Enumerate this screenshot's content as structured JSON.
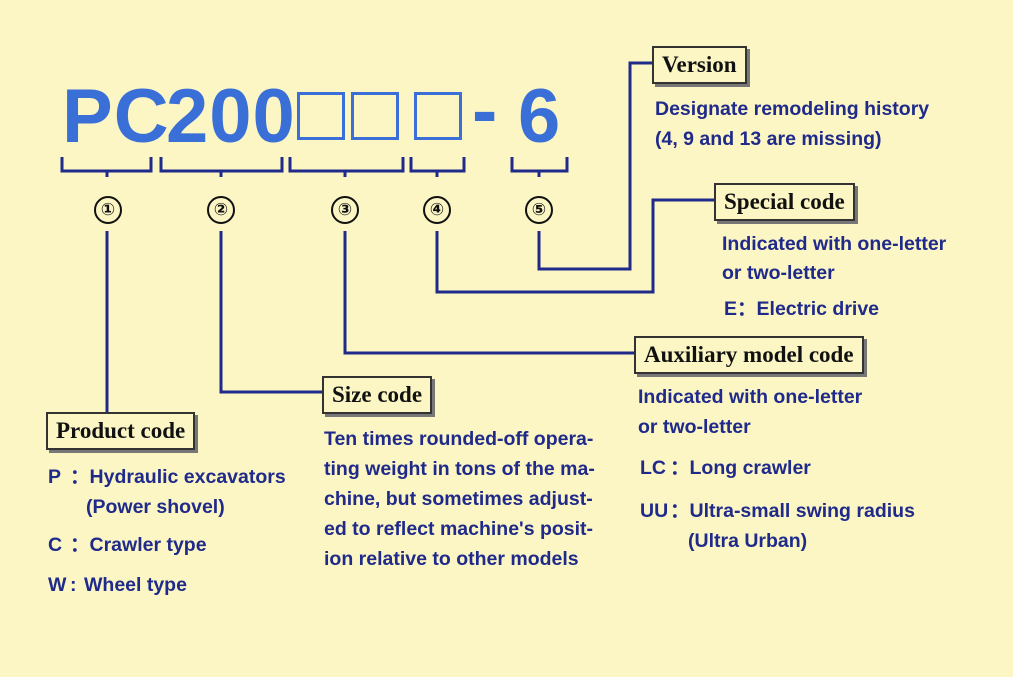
{
  "model": {
    "prefix": "PC",
    "size": "200",
    "dash": "-",
    "version": "6"
  },
  "markers": [
    "①",
    "②",
    "③",
    "④",
    "⑤"
  ],
  "version_box": {
    "title": "Version",
    "lines": [
      "Designate remodeling history",
      "(4, 9 and 13 are missing)"
    ]
  },
  "special_box": {
    "title": "Special code",
    "lines": [
      "Indicated with one-letter",
      "or two-letter"
    ],
    "entries": [
      {
        "key": "E",
        "sep": "：",
        "value": "Electric drive"
      }
    ]
  },
  "auxiliary_box": {
    "title": "Auxiliary model code",
    "lines": [
      "Indicated with one-letter",
      "or two-letter"
    ],
    "entries": [
      {
        "key": "LC",
        "sep": "：",
        "value": "Long crawler"
      },
      {
        "key": "UU",
        "sep": "：",
        "value": "Ultra-small swing radius",
        "value2": "(Ultra Urban)"
      }
    ]
  },
  "size_box": {
    "title": "Size code",
    "lines": [
      "Ten times rounded-off opera-",
      "ting weight in tons of the ma-",
      "chine, but sometimes adjust-",
      "ed to reflect machine's posit-",
      "ion relative to other models"
    ]
  },
  "product_box": {
    "title": "Product code",
    "entries": [
      {
        "key": "P",
        "sep": "：",
        "value": "Hydraulic excavators",
        "value2": "(Power shovel)"
      },
      {
        "key": "C",
        "sep": "：",
        "value": "Crawler type"
      },
      {
        "key": "W",
        "sep": ":",
        "value": "Wheel type"
      }
    ]
  },
  "colors": {
    "background": "#fbf6c4",
    "model_text": "#3a6fd8",
    "lines": "#1f2a8a",
    "body_text": "#1f2a8a"
  }
}
